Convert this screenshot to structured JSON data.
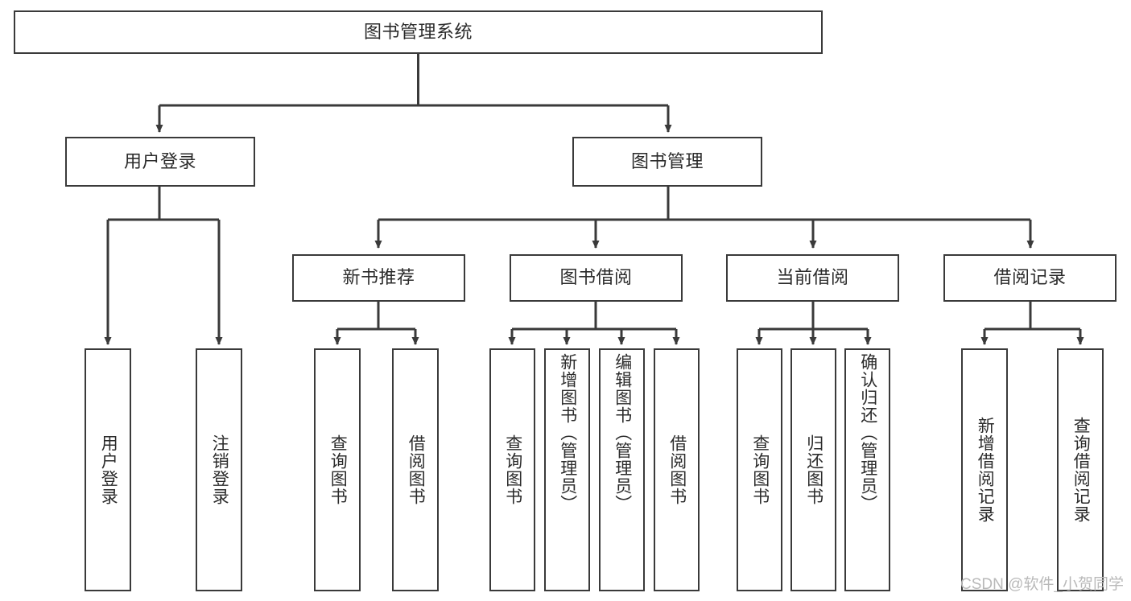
{
  "diagram": {
    "type": "hierarchy-tree",
    "title": "图书管理系统",
    "root": {
      "label": "图书管理系统"
    },
    "level2": [
      {
        "id": "user-login",
        "label": "用户登录"
      },
      {
        "id": "book-management",
        "label": "图书管理"
      }
    ],
    "level3": [
      {
        "id": "new-book-recommend",
        "label": "新书推荐",
        "parent": "book-management"
      },
      {
        "id": "book-borrow",
        "label": "图书借阅",
        "parent": "book-management"
      },
      {
        "id": "current-borrow",
        "label": "当前借阅",
        "parent": "book-management"
      },
      {
        "id": "borrow-record",
        "label": "借阅记录",
        "parent": "book-management"
      }
    ],
    "leaves": [
      {
        "id": "leaf-user-login",
        "label": "用户登录",
        "parent": "user-login"
      },
      {
        "id": "leaf-logout",
        "label": "注销登录",
        "parent": "user-login"
      },
      {
        "id": "leaf-query-book-1",
        "label": "查询图书",
        "parent": "new-book-recommend"
      },
      {
        "id": "leaf-borrow-book-1",
        "label": "借阅图书",
        "parent": "new-book-recommend"
      },
      {
        "id": "leaf-query-book-2",
        "label": "查询图书",
        "parent": "book-borrow"
      },
      {
        "id": "leaf-add-book",
        "label": "新增图书（管理员）",
        "parent": "book-borrow"
      },
      {
        "id": "leaf-edit-book",
        "label": "编辑图书（管理员）",
        "parent": "book-borrow"
      },
      {
        "id": "leaf-borrow-book-2",
        "label": "借阅图书",
        "parent": "book-borrow"
      },
      {
        "id": "leaf-query-book-3",
        "label": "查询图书",
        "parent": "current-borrow"
      },
      {
        "id": "leaf-return-book",
        "label": "归还图书",
        "parent": "current-borrow"
      },
      {
        "id": "leaf-confirm-return",
        "label": "确认归还（管理员）",
        "parent": "current-borrow"
      },
      {
        "id": "leaf-add-record",
        "label": "新增借阅记录",
        "parent": "borrow-record"
      },
      {
        "id": "leaf-query-record",
        "label": "查询借阅记录",
        "parent": "borrow-record"
      }
    ],
    "colors": {
      "stroke": "#3a3a3a",
      "text": "#2b2b2b",
      "background": "#ffffff",
      "watermark": "#b9b9b9"
    }
  },
  "watermark": {
    "text": "CSDN @软件_小贺同学"
  }
}
